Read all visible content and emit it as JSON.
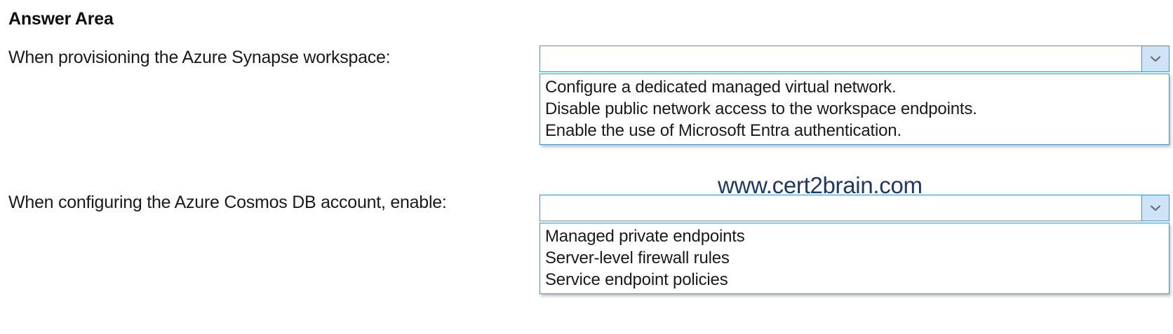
{
  "page": {
    "title": "Answer Area",
    "watermark": "www.cert2brain.com"
  },
  "questions": [
    {
      "label": "When provisioning the Azure Synapse workspace:",
      "dropdown": {
        "name": "synapse-workspace-dropdown",
        "selected": "",
        "placeholder": "",
        "expanded": true,
        "arrow_icon": "chevron-down-icon",
        "options": [
          "Configure a dedicated managed virtual network.",
          "Disable public network access to the workspace endpoints.",
          "Enable the use of Microsoft Entra authentication."
        ]
      }
    },
    {
      "label": "When configuring the Azure Cosmos DB account, enable:",
      "dropdown": {
        "name": "cosmos-db-dropdown",
        "selected": "",
        "placeholder": "",
        "expanded": true,
        "arrow_icon": "chevron-down-icon",
        "options": [
          "Managed private endpoints",
          "Server-level firewall rules",
          "Service endpoint policies"
        ]
      }
    }
  ],
  "colors": {
    "border_blue": "#3a96dd",
    "button_fill": "#cfe3f7",
    "watermark": "#1f3864",
    "text": "#1a1a1a"
  }
}
